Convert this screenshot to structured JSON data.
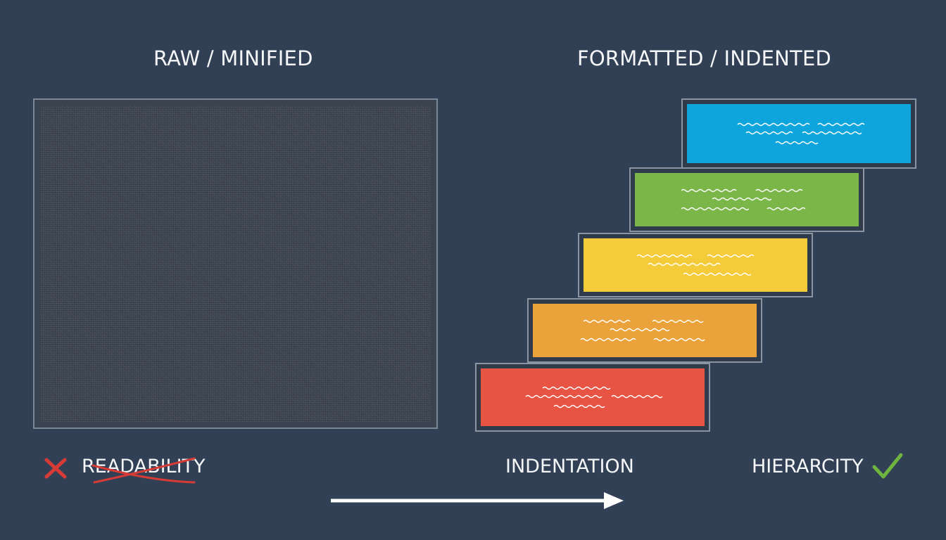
{
  "left_panel": {
    "heading": "RAW / MINIFIED"
  },
  "right_panel": {
    "heading": "FORMATTED / INDENTED",
    "steps": [
      {
        "level": 1,
        "color": "#0ea5dd"
      },
      {
        "level": 2,
        "color": "#7ab648"
      },
      {
        "level": 3,
        "color": "#f4cc3a"
      },
      {
        "level": 4,
        "color": "#eaa23b"
      },
      {
        "level": 5,
        "color": "#e85443"
      }
    ]
  },
  "captions": {
    "readability": "READABILITY",
    "indentation": "INDENTATION",
    "hierarchy": "HIERARCITY"
  },
  "icons": {
    "cross": "x-icon",
    "strikethrough": "strikethrough-icon",
    "arrow": "arrow-right-icon",
    "check": "check-icon"
  },
  "colors": {
    "background": "#324055",
    "cross": "#d63b36",
    "check": "#6fb43f"
  }
}
